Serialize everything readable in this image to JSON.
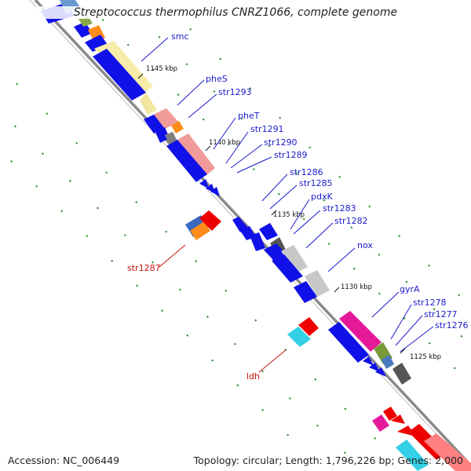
{
  "title": "Streptococcus thermophilus CNRZ1066, complete genome",
  "footer": {
    "accession": "Accession: NC_006449",
    "summary": "Topology: circular; Length: 1,796,226 bp; Genes: 2,000"
  },
  "colors": {
    "forward_cds": "#0000ee",
    "reverse_cds": "#ee0000",
    "label_forward": "#1a1acc",
    "label_reverse": "#cc1111",
    "backbone": "#8a8a8a",
    "gc_dots": "#2a8a2a"
  },
  "ticks": [
    "1145 kbp",
    "1140 kbp",
    "1135 kbp",
    "1130 kbp",
    "1125 kbp"
  ],
  "gene_labels": [
    {
      "name": "smc",
      "strand": "forward"
    },
    {
      "name": "pheS",
      "strand": "forward"
    },
    {
      "name": "str1293",
      "strand": "forward"
    },
    {
      "name": "pheT",
      "strand": "forward"
    },
    {
      "name": "str1291",
      "strand": "forward"
    },
    {
      "name": "str1290",
      "strand": "forward"
    },
    {
      "name": "str1289",
      "strand": "forward"
    },
    {
      "name": "str1286",
      "strand": "forward"
    },
    {
      "name": "str1285",
      "strand": "forward"
    },
    {
      "name": "pdxK",
      "strand": "forward"
    },
    {
      "name": "str1283",
      "strand": "forward"
    },
    {
      "name": "str1282",
      "strand": "forward"
    },
    {
      "name": "nox",
      "strand": "forward"
    },
    {
      "name": "gyrA",
      "strand": "forward"
    },
    {
      "name": "str1278",
      "strand": "forward"
    },
    {
      "name": "str1277",
      "strand": "forward"
    },
    {
      "name": "str1276",
      "strand": "forward"
    },
    {
      "name": "str1287",
      "strand": "reverse"
    },
    {
      "name": "ldh",
      "strand": "reverse"
    }
  ]
}
